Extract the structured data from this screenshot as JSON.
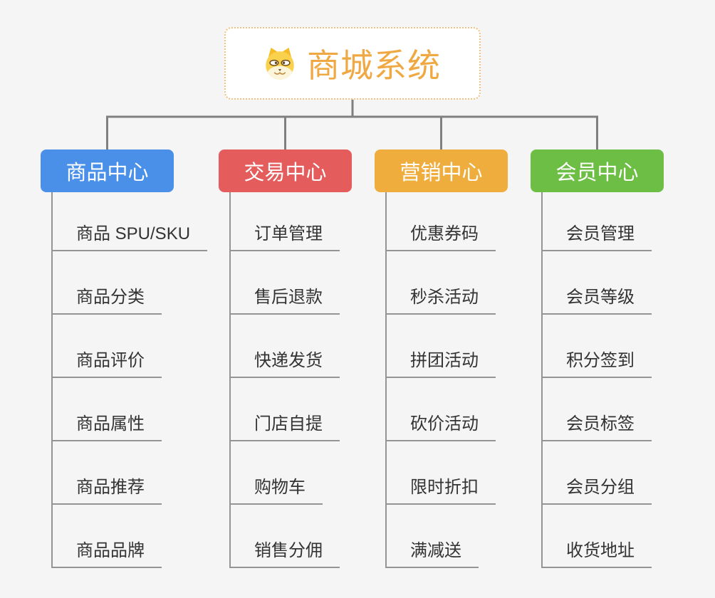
{
  "background": "#F5F5F5",
  "colors": {
    "connector": "#808080",
    "leaf_line": "#949494",
    "leaf_text": "#333333"
  },
  "root": {
    "title": "商城系统",
    "icon": "shiba-dog-icon",
    "text_color": "#F0A843",
    "border_color": "#F0C080",
    "background": "#FFFFFF"
  },
  "branches": [
    {
      "id": "product",
      "label": "商品中心",
      "color": "#4A90E9",
      "items": [
        "商品 SPU/SKU",
        "商品分类",
        "商品评价",
        "商品属性",
        "商品推荐",
        "商品品牌"
      ]
    },
    {
      "id": "trade",
      "label": "交易中心",
      "color": "#E45C5C",
      "items": [
        "订单管理",
        "售后退款",
        "快递发货",
        "门店自提",
        "购物车",
        "销售分佣"
      ]
    },
    {
      "id": "marketing",
      "label": "营销中心",
      "color": "#EFAD3E",
      "items": [
        "优惠券码",
        "秒杀活动",
        "拼团活动",
        "砍价活动",
        "限时折扣",
        "满减送"
      ]
    },
    {
      "id": "member",
      "label": "会员中心",
      "color": "#6DBE45",
      "items": [
        "会员管理",
        "会员等级",
        "积分签到",
        "会员标签",
        "会员分组",
        "收货地址"
      ]
    }
  ]
}
